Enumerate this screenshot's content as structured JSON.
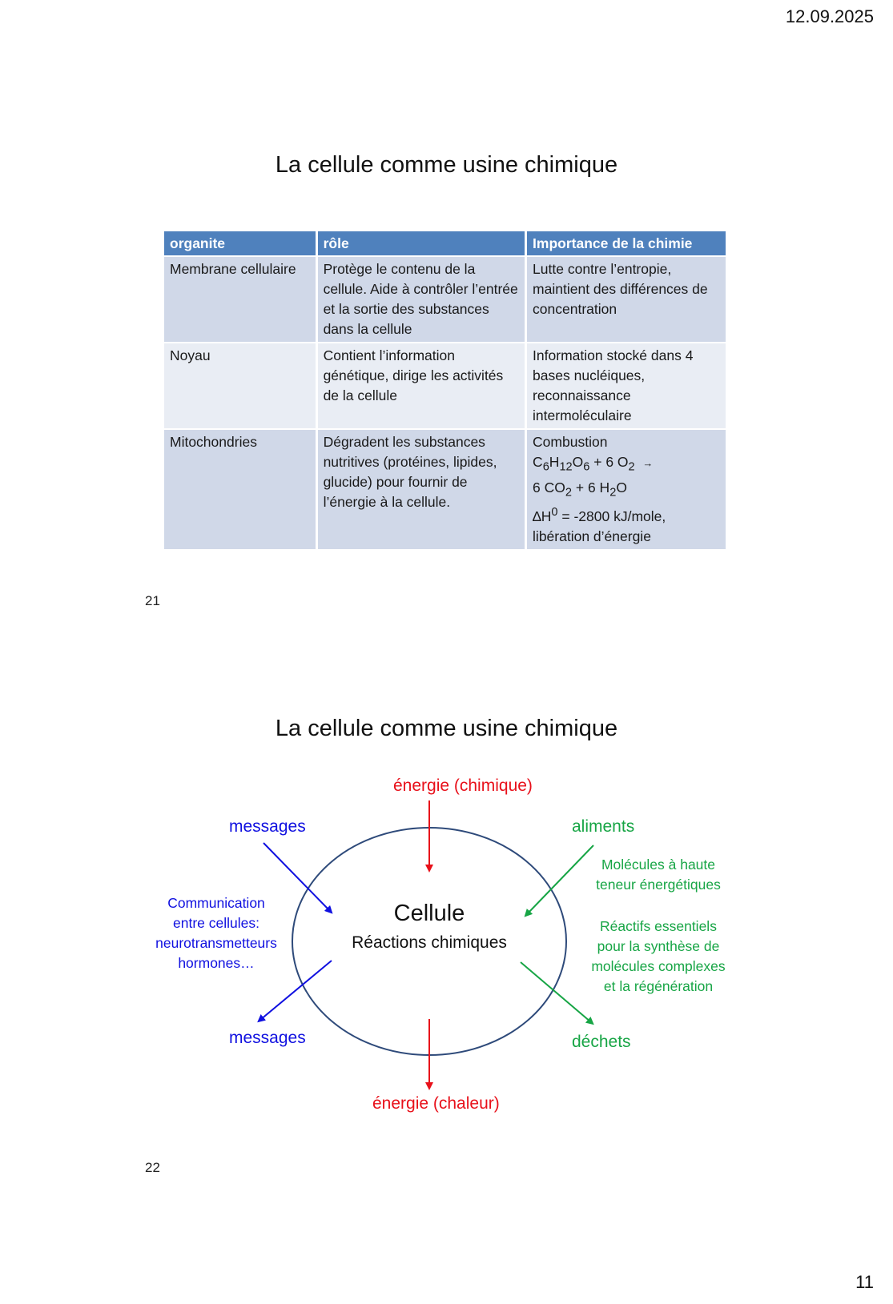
{
  "header": {
    "date": "12.09.2025"
  },
  "footer": {
    "page_number": "11"
  },
  "slide21": {
    "title": "La cellule comme usine chimique",
    "number": "21",
    "table": {
      "headers": [
        "organite",
        "rôle",
        "Importance de la chimie"
      ],
      "rows": [
        {
          "organite": "Membrane cellulaire",
          "role": "Protège le contenu de la cellule. Aide à contrôler l’entrée et la sortie des substances dans la cellule",
          "importance": "Lutte contre l’entropie, maintient des différences de concentration"
        },
        {
          "organite": "Noyau",
          "role": "Contient l’information génétique, dirige les activités de la cellule",
          "importance": "Information stocké dans 4 bases nucléiques, reconnaissance intermoléculaire"
        },
        {
          "organite": "Mitochondries",
          "role": "Dégradent les substances nutritives (protéines, lipides, glucide) pour fournir de l’énergie à la cellule.",
          "importance": {
            "line1": "Combustion",
            "reactants_c": "C",
            "sub_6a": "6",
            "h": "H",
            "sub_12": "12",
            "o": "O",
            "sub_6b": "6",
            "plus_o2": " + 6 O",
            "sub_2a": "2",
            "arrow": "→",
            "products_co": "6 CO",
            "sub_2b": "2",
            "plus_h": " + 6 H",
            "sub_2c": "2",
            "water_o": "O",
            "delta": "∆H",
            "sup_0": "0",
            "delta_value": " = -2800 kJ/mole,",
            "line_last": "libération d’énergie"
          }
        }
      ]
    }
  },
  "slide22": {
    "title": "La cellule comme usine chimique",
    "number": "22",
    "cell_label": "Cellule",
    "cell_sub": "Réactions chimiques",
    "energy_in": "énergie (chimique)",
    "energy_out": "énergie (chaleur)",
    "messages_in": "messages",
    "messages_out": "messages",
    "communication": [
      "Communication",
      "entre cellules:",
      "neurotransmetteurs",
      "hormones…"
    ],
    "aliments": "aliments",
    "molecules": [
      "Molécules à haute",
      "teneur énergétiques"
    ],
    "reactifs": [
      "Réactifs essentiels",
      "pour la synthèse de",
      "molécules complexes",
      "et la régénération"
    ],
    "dechets": "déchets",
    "colors": {
      "red": "#e8101a",
      "blue": "#1010e0",
      "green": "#17a545",
      "circle": "#2e4a7a"
    }
  }
}
